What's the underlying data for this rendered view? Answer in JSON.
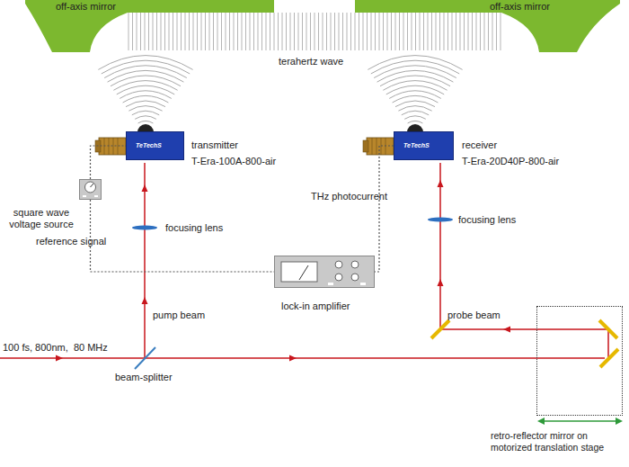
{
  "diagram": {
    "nodes": [
      {
        "text": [
          "TeTechS",
          "transmitter",
          "T-Era-100A-800-air"
        ]
      },
      {
        "text": [
          "TeTechS",
          "receiver",
          "T-Era-20D40P-800-air"
        ]
      },
      {
        "text": [
          "lock-in amplifier"
        ]
      },
      {
        "text": [
          "square wave voltage source"
        ]
      },
      {
        "text": [
          "off-axis mirror"
        ]
      },
      {
        "text": [
          "off-axis mirror"
        ]
      },
      {
        "text": [
          "retro-reflector mirror on motorized translation stage"
        ]
      }
    ],
    "edges": [
      {
        "from": 3,
        "to": 0,
        "arrow": "none"
      },
      {
        "from": 3,
        "to": 2,
        "label": "reference signal",
        "arrow": "none"
      },
      {
        "from": 1,
        "to": 2,
        "label": "THz photocurrent",
        "arrow": "none"
      }
    ],
    "labels": [
      "terahertz wave",
      "focusing lens",
      "focusing lens",
      "pump beam",
      "probe beam",
      "100 fs, 800nm,  80 MHz",
      "beam-splitter"
    ]
  }
}
